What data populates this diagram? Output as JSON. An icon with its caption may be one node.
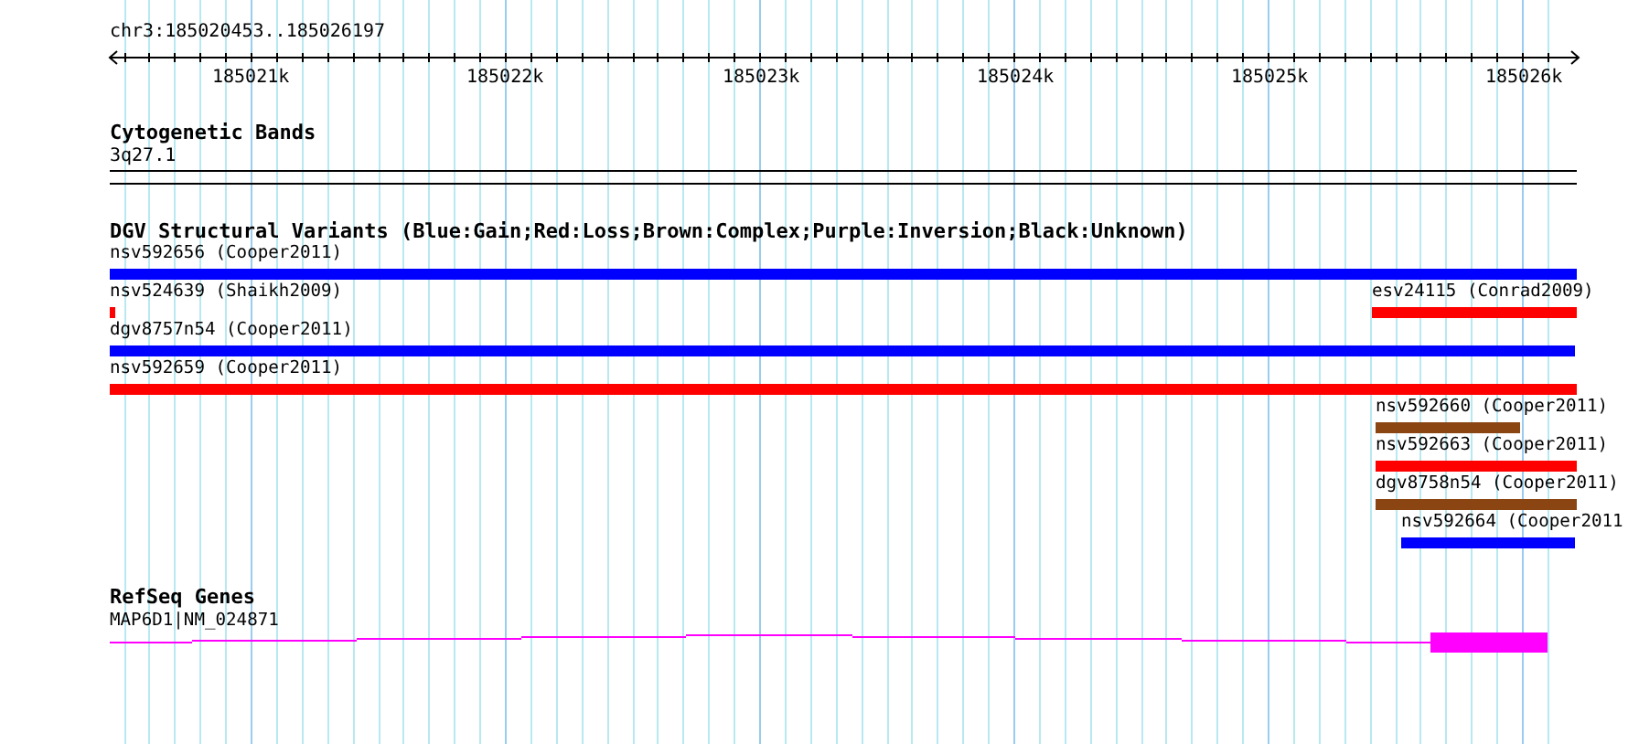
{
  "diagram": {
    "nodes": [
      {
        "text": [
          "nsv592656 (Cooper2011)"
        ]
      },
      {
        "text": [
          "nsv524639 (Shaikh2009)"
        ]
      },
      {
        "text": [
          "esv24115 (Conrad2009)"
        ]
      },
      {
        "text": [
          "dgv8757n54 (Cooper2011)"
        ]
      },
      {
        "text": [
          "nsv592659 (Cooper2011)"
        ]
      },
      {
        "text": [
          "nsv592660 (Cooper2011)"
        ]
      },
      {
        "text": [
          "nsv592663 (Cooper2011)"
        ]
      },
      {
        "text": [
          "dgv8758n54 (Cooper2011)"
        ]
      },
      {
        "text": [
          "nsv592664 (Cooper2011"
        ]
      },
      {
        "text": [
          "MAP6D1|NM_024871"
        ]
      }
    ],
    "labels": [
      "chr3:185020453..185026197",
      "185021k",
      "185022k",
      "185023k",
      "185024k",
      "185025k",
      "185026k",
      "Cytogenetic Bands",
      "3q27.1",
      "DGV Structural Variants (Blue:Gain;Red:Loss;Brown:Complex;Purple:Inversion;Black:Unknown)",
      "RefSeq Genes"
    ]
  }
}
